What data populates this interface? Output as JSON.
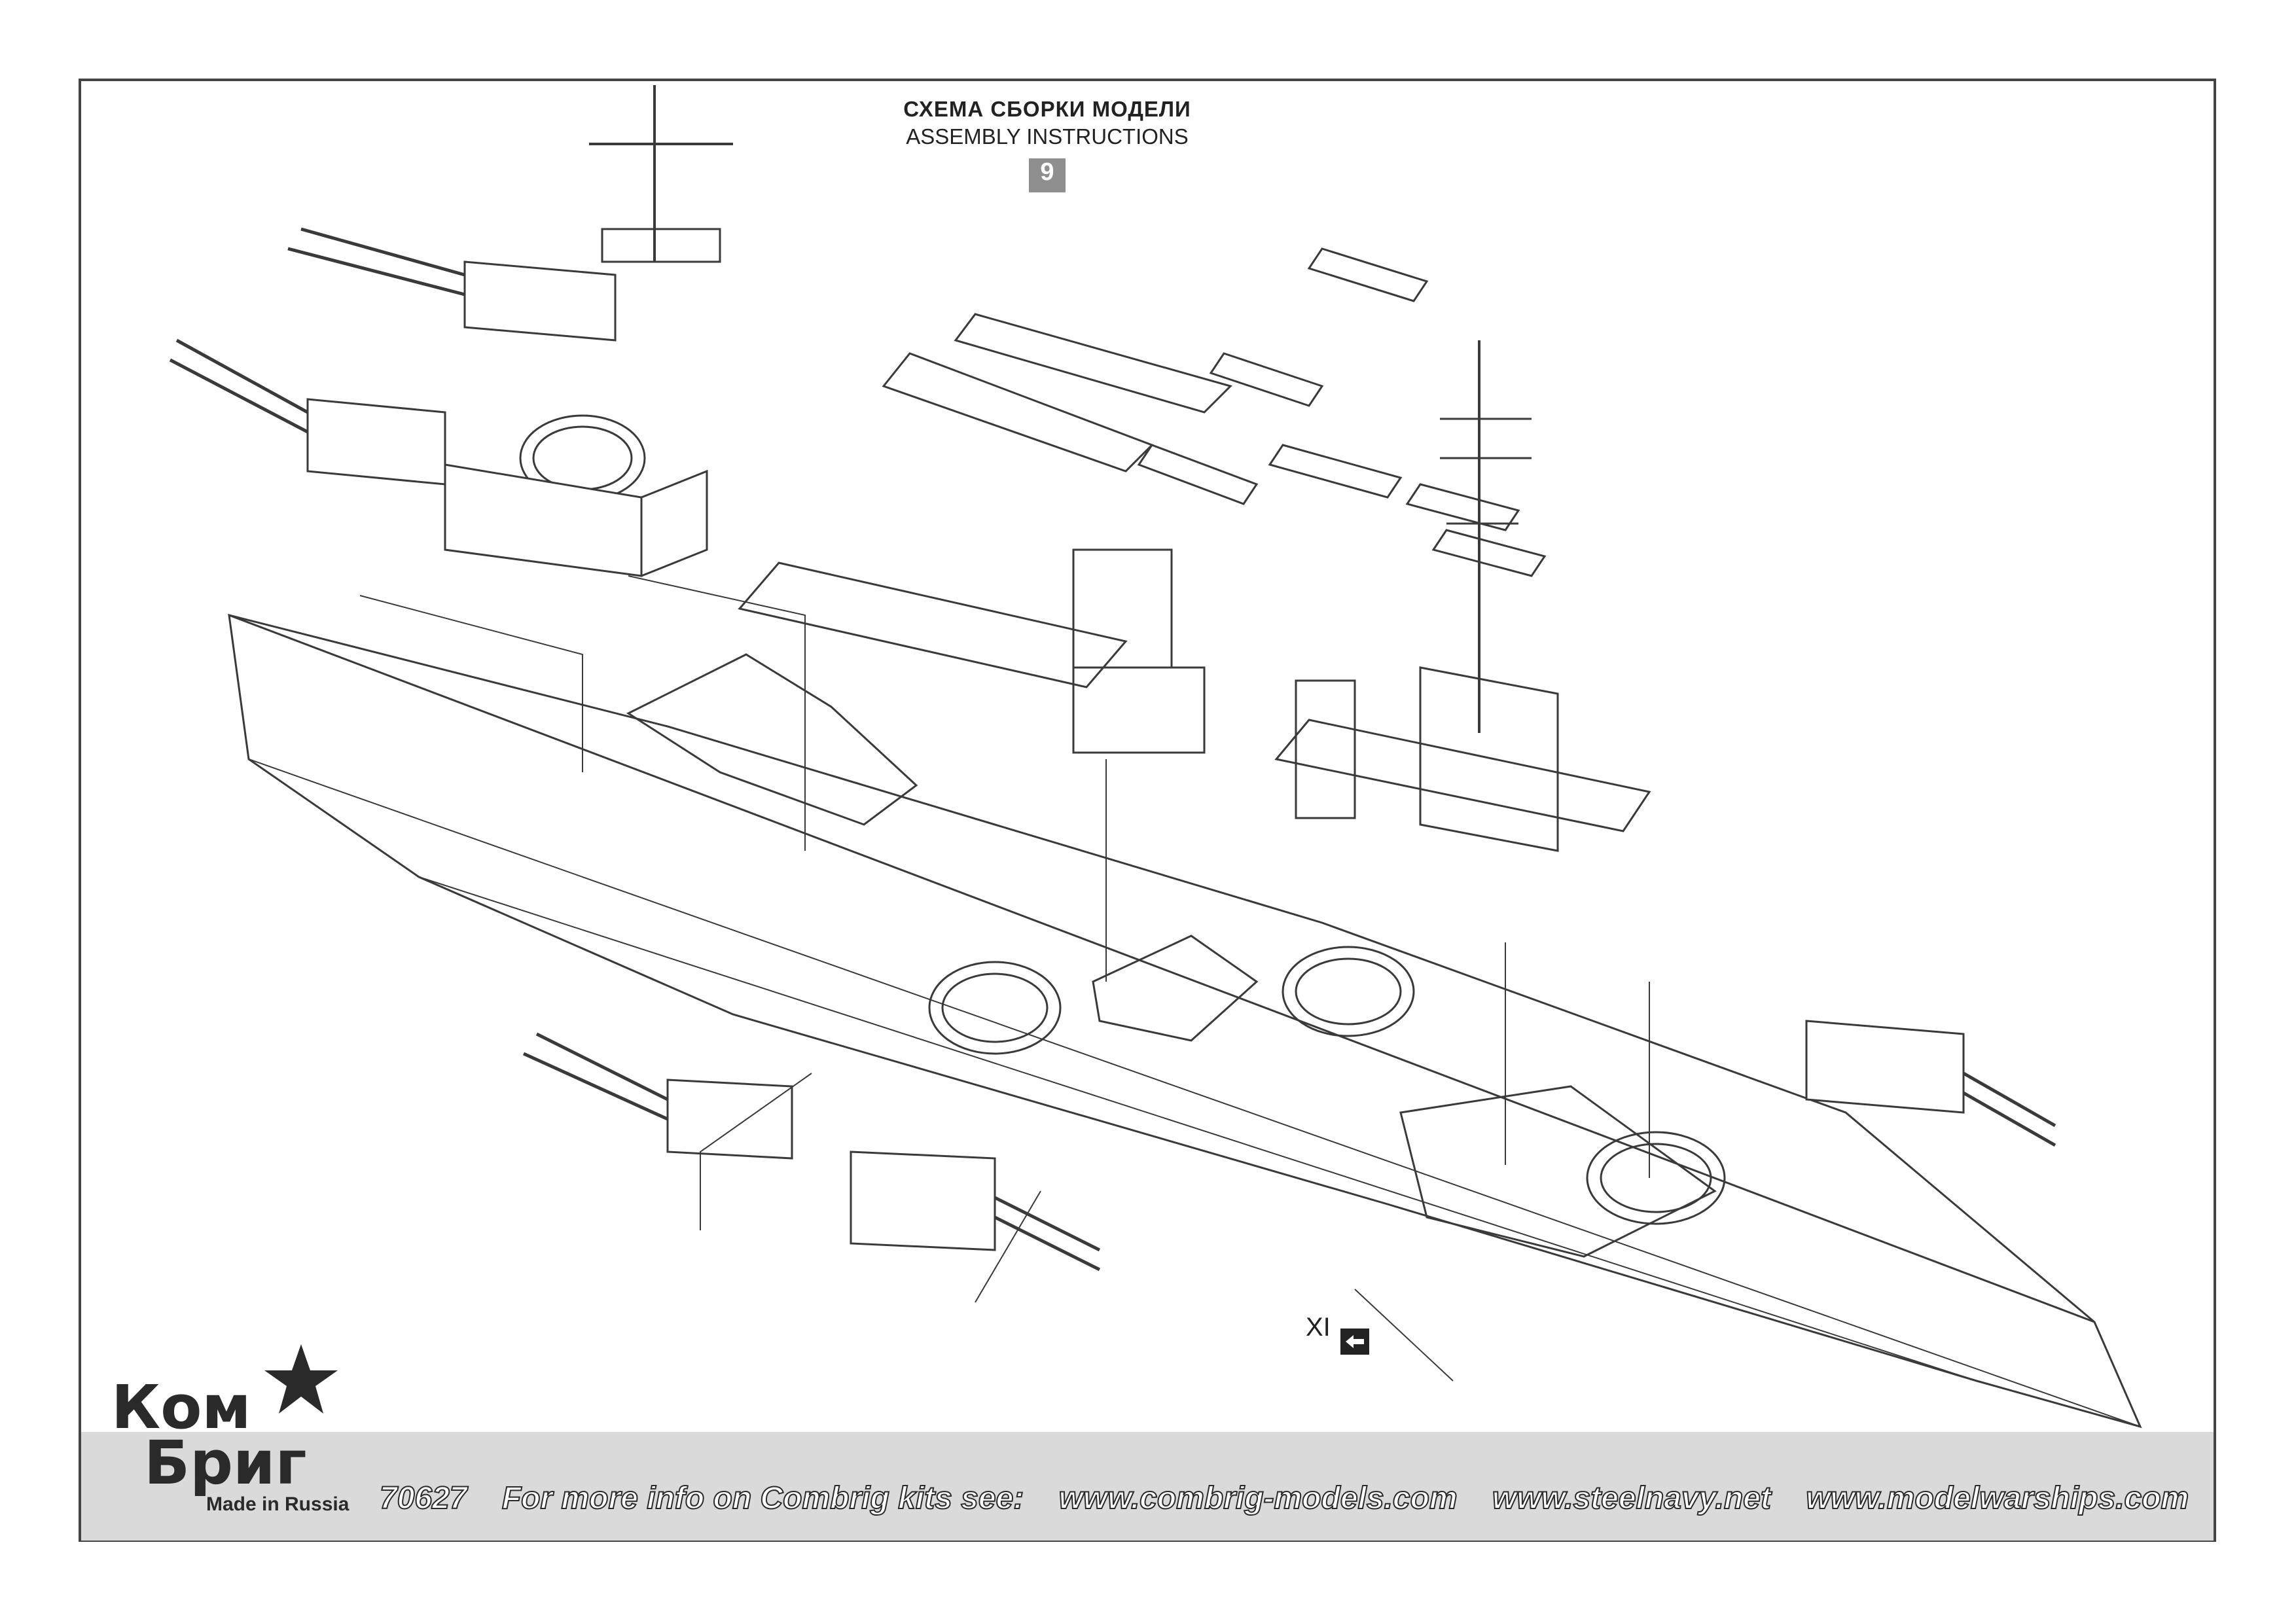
{
  "header": {
    "title_ru": "СХЕМА СБОРКИ МОДЕЛИ",
    "title_en": "ASSEMBLY INSTRUCTIONS",
    "step_number": "9"
  },
  "callout": {
    "sub_assembly_ref": "XI"
  },
  "footer": {
    "kit_number": "70627",
    "info_text": "For more info on Combrig kits see:",
    "links": [
      "www.combrig-models.com",
      "www.steelnavy.net",
      "www.modelwarships.com"
    ]
  },
  "logo": {
    "word1": "Ком",
    "word2": "Бриг",
    "made_in": "Made in Russia"
  },
  "colors": {
    "frame": "#444444",
    "badge": "#8f8f8f",
    "footer_band": "#dadada",
    "line_art": "#3a3a3a"
  }
}
